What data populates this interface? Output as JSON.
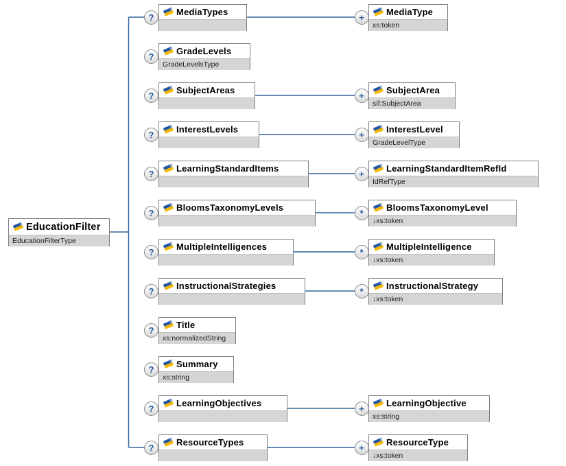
{
  "diagram": {
    "kind": "xml-schema-content-model",
    "root": {
      "name": "EducationFilter",
      "type": "EducationFilterType"
    },
    "rows": [
      {
        "parent": {
          "name": "MediaTypes",
          "occ": "?"
        },
        "child": {
          "name": "MediaType",
          "type": "xs:token",
          "occ": "+"
        }
      },
      {
        "parent": {
          "name": "GradeLevels",
          "type": "GradeLevelsType",
          "occ": "?"
        }
      },
      {
        "parent": {
          "name": "SubjectAreas",
          "occ": "?"
        },
        "child": {
          "name": "SubjectArea",
          "type": "sif:SubjectArea",
          "occ": "+"
        }
      },
      {
        "parent": {
          "name": "InterestLevels",
          "occ": "?"
        },
        "child": {
          "name": "InterestLevel",
          "type": "GradeLevelType",
          "occ": "+"
        }
      },
      {
        "parent": {
          "name": "LearningStandardItems",
          "occ": "?"
        },
        "child": {
          "name": "LearningStandardItemRefId",
          "type": "IdRefType",
          "occ": "+"
        }
      },
      {
        "parent": {
          "name": "BloomsTaxonomyLevels",
          "occ": "?"
        },
        "child": {
          "name": "BloomsTaxonomyLevel",
          "type": "↓xs:token",
          "occ": "*"
        }
      },
      {
        "parent": {
          "name": "MultipleIntelligences",
          "occ": "?"
        },
        "child": {
          "name": "MultipleIntelligence",
          "type": "↓xs:token",
          "occ": "*"
        }
      },
      {
        "parent": {
          "name": "InstructionalStrategies",
          "occ": "?"
        },
        "child": {
          "name": "InstructionalStrategy",
          "type": "↓xs:token",
          "occ": "*"
        }
      },
      {
        "parent": {
          "name": "Title",
          "type": "xs:normalizedString",
          "occ": "?"
        }
      },
      {
        "parent": {
          "name": "Summary",
          "type": "xs:string",
          "occ": "?"
        }
      },
      {
        "parent": {
          "name": "LearningObjectives",
          "occ": "?"
        },
        "child": {
          "name": "LearningObjective",
          "type": "xs:string",
          "occ": "+"
        }
      },
      {
        "parent": {
          "name": "ResourceTypes",
          "occ": "?"
        },
        "child": {
          "name": "ResourceType",
          "type": "↓xs:token",
          "occ": "+"
        }
      }
    ],
    "colors": {
      "connector_line": "#31639c",
      "occurrence_symbol": "#2a5b9a",
      "box_border": "#7d7d7d",
      "type_band": "#d5d5d5",
      "icon_blue": "#2456a4",
      "icon_yellow": "#f5b800"
    }
  }
}
